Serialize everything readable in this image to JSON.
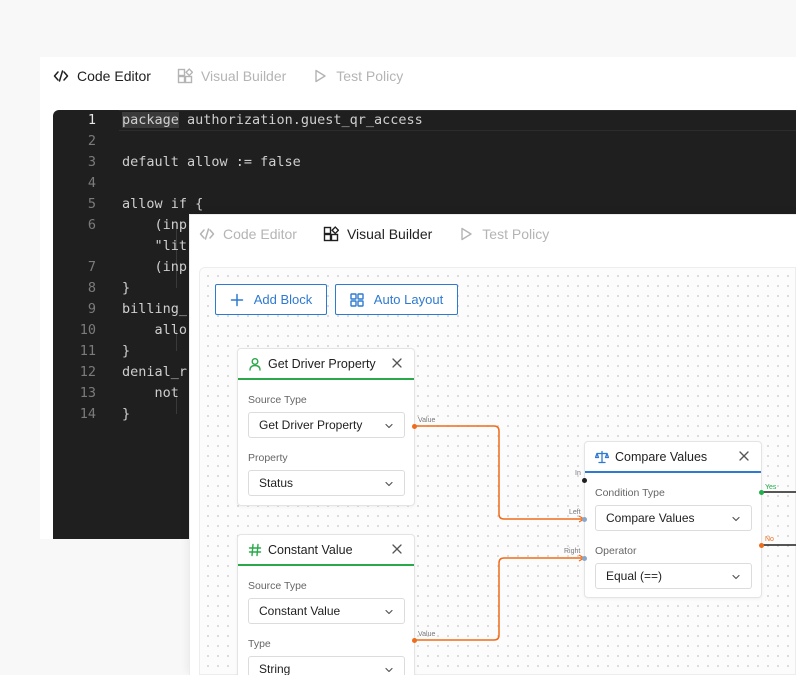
{
  "tabs": {
    "code_editor": "Code Editor",
    "visual_builder": "Visual Builder",
    "test_policy": "Test Policy"
  },
  "code": {
    "lines": [
      {
        "n": "1",
        "text": "package authorization.guest_qr_access"
      },
      {
        "n": "2",
        "text": ""
      },
      {
        "n": "3",
        "text": "default allow := false"
      },
      {
        "n": "4",
        "text": ""
      },
      {
        "n": "5",
        "text": "allow if {"
      },
      {
        "n": "6",
        "text": "    (inp"
      },
      {
        "n": "",
        "text": "    \"lit"
      },
      {
        "n": "7",
        "text": "    (inp"
      },
      {
        "n": "8",
        "text": "}"
      },
      {
        "n": "9",
        "text": "billing_"
      },
      {
        "n": "10",
        "text": "    allo"
      },
      {
        "n": "11",
        "text": "}"
      },
      {
        "n": "12",
        "text": "denial_r"
      },
      {
        "n": "13",
        "text": "    not"
      },
      {
        "n": "14",
        "text": "}"
      }
    ]
  },
  "toolbar": {
    "add_block": "Add Block",
    "auto_layout": "Auto Layout"
  },
  "nodes": {
    "get_driver": {
      "title": "Get Driver Property",
      "source_label": "Source Type",
      "source_value": "Get Driver Property",
      "property_label": "Property",
      "property_value": "Status",
      "out_port": "Value"
    },
    "constant": {
      "title": "Constant Value",
      "source_label": "Source Type",
      "source_value": "Constant Value",
      "type_label": "Type",
      "type_value": "String",
      "out_port": "Value"
    },
    "compare": {
      "title": "Compare Values",
      "condition_label": "Condition Type",
      "condition_value": "Compare Values",
      "operator_label": "Operator",
      "operator_value": "Equal (==)",
      "in_port": "In",
      "left_port": "Left",
      "right_port": "Right",
      "yes_port": "Yes",
      "no_port": "No"
    }
  },
  "colors": {
    "accent_blue": "#2f7ad1",
    "node_green": "#2aa84a",
    "edge_orange": "#ef6c1a",
    "port_yes": "#22b04b",
    "port_no": "#ef6c1a"
  }
}
